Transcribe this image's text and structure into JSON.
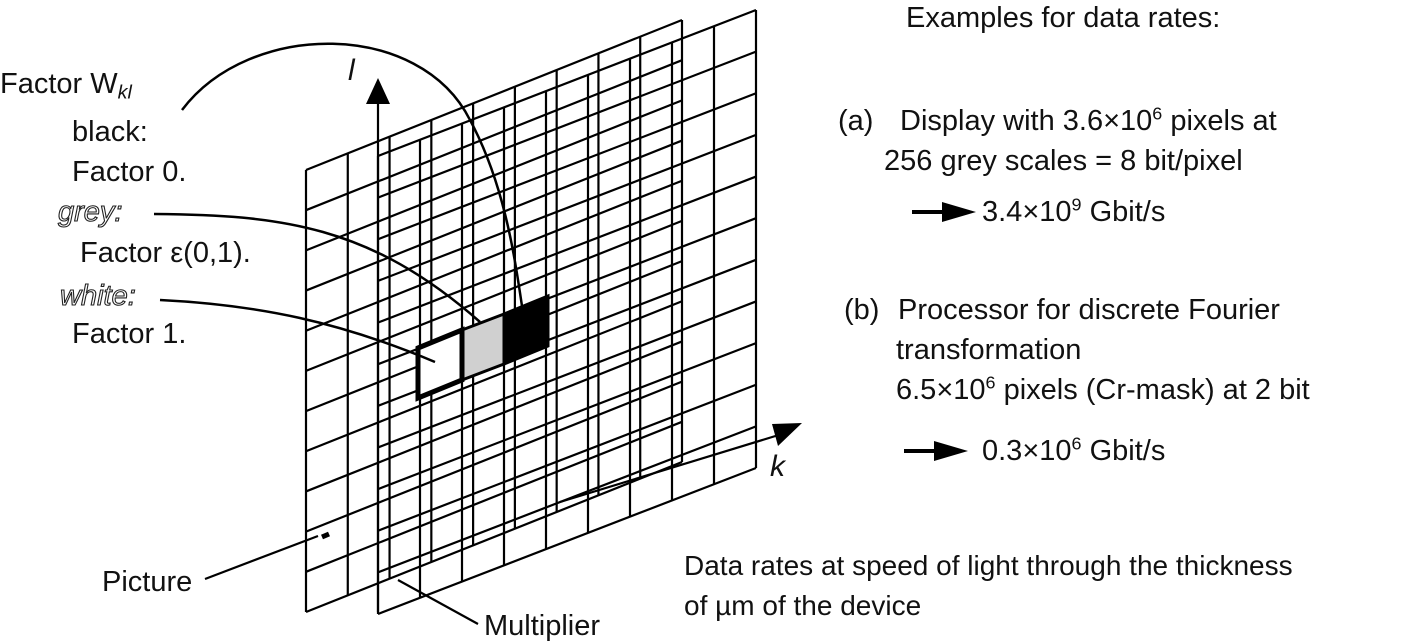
{
  "diagram": {
    "axes": {
      "vertical": "l",
      "horizontal": "k"
    },
    "legend": {
      "factor_label": "Factor W",
      "factor_sub": "kl",
      "black_label": "black:",
      "black_value": "Factor 0.",
      "grey_label": "grey:",
      "grey_value": "Factor ε(0,1).",
      "white_label": "white:",
      "white_value": "Factor 1."
    },
    "labels": {
      "picture": "Picture",
      "multiplier": "Multiplier"
    },
    "cell_colors": {
      "black": "#000000",
      "grey": "#d0d0d0",
      "white": "#ffffff"
    }
  },
  "examples": {
    "title": "Examples for data rates:",
    "a": {
      "marker": "(a)",
      "line1_pre": "Display with 3.6×10",
      "line1_exp": "6",
      "line1_post": " pixels at",
      "line2": "256 grey scales = 8 bit/pixel",
      "result_pre": "3.4×10",
      "result_exp": "9",
      "result_post": " Gbit/s"
    },
    "b": {
      "marker": "(b)",
      "line1": "Processor for discrete Fourier",
      "line2": "transformation",
      "line3_pre": "6.5×10",
      "line3_exp": "6",
      "line3_post": " pixels (Cr-mask) at 2 bit",
      "result_pre": "0.3×10",
      "result_exp": "6",
      "result_post": " Gbit/s"
    },
    "note_line1": "Data rates at speed of light through the thickness",
    "note_line2": "of µm of the device"
  }
}
